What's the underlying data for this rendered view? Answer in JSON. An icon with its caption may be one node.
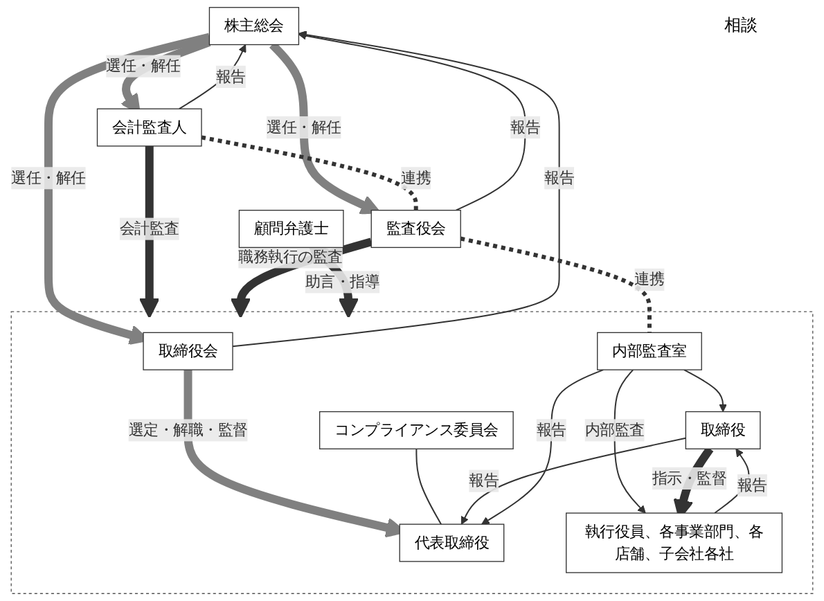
{
  "diagram": {
    "nodes": [
      {
        "text": [
          "株主総会"
        ]
      },
      {
        "text": [
          "会計監査人"
        ]
      },
      {
        "text": [
          "監査役会"
        ]
      },
      {
        "text": [],
        "shape": "box"
      },
      {
        "text": [
          "取締役会"
        ],
        "in": 3
      },
      {
        "text": [
          "コンプライアンス委員会"
        ],
        "in": 3
      },
      {
        "text": [
          "代表取締役"
        ],
        "in": 3
      },
      {
        "text": [
          "取締役"
        ],
        "in": 3
      },
      {
        "text": [
          "内部監査室"
        ],
        "in": 3
      },
      {
        "text": [
          "執行役員、各事業部門、各店舗、子会社各社"
        ],
        "in": 3
      },
      {
        "text": [
          "顧問弁護士"
        ]
      }
    ],
    "edges": [
      {
        "from": 1,
        "to": 0,
        "arrow": "to",
        "label": "報告"
      },
      {
        "from": 0,
        "to": 1,
        "arrow": "to",
        "label": "選任・解任",
        "style": "thick",
        "color": "#808080"
      },
      {
        "from": 4,
        "to": 0,
        "arrow": "to",
        "label": "報告"
      },
      {
        "from": 0,
        "to": 4,
        "arrow": "to",
        "label": "選任・解任",
        "style": "thick",
        "color": "#808080"
      },
      {
        "from": 0,
        "to": 2,
        "arrow": "to",
        "label": "選任・解任",
        "style": "thick",
        "color": "#808080"
      },
      {
        "from": 2,
        "to": 0,
        "arrow": "to",
        "label": "報告"
      },
      {
        "from": 1,
        "to": 2,
        "arrow": "none",
        "label": "連携",
        "style": "dashed"
      },
      {
        "from": 2,
        "to": 8,
        "arrow": "none",
        "label": "連携",
        "style": "dashed"
      },
      {
        "from": 1,
        "to": 3,
        "arrow": "to",
        "label": "会計監査",
        "style": "thick"
      },
      {
        "from": 2,
        "to": 3,
        "arrow": "to",
        "label": "職務執行の監査",
        "style": "thick"
      },
      {
        "from": 4,
        "to": 6,
        "arrow": "to",
        "label": "選定・解職・監督",
        "style": "thick",
        "color": "#808080"
      },
      {
        "from": 5,
        "to": 6,
        "arrow": "none"
      },
      {
        "from": 7,
        "to": 6,
        "arrow": "to",
        "label": "報告"
      },
      {
        "from": 8,
        "to": 6,
        "arrow": "to",
        "label": "報告"
      },
      {
        "from": 8,
        "to": 7,
        "arrow": "to"
      },
      {
        "from": 8,
        "to": 9,
        "arrow": "to",
        "label": "内部監査"
      },
      {
        "from": 7,
        "to": 9,
        "arrow": "to",
        "label": "指示・監督",
        "style": "thick"
      },
      {
        "from": 9,
        "to": 7,
        "arrow": "to",
        "label": "報告"
      },
      {
        "from": 10,
        "to": 3,
        "arrow": "both",
        "label": "助言・指導",
        "style": "thick"
      }
    ],
    "labels": [
      "相談"
    ]
  }
}
